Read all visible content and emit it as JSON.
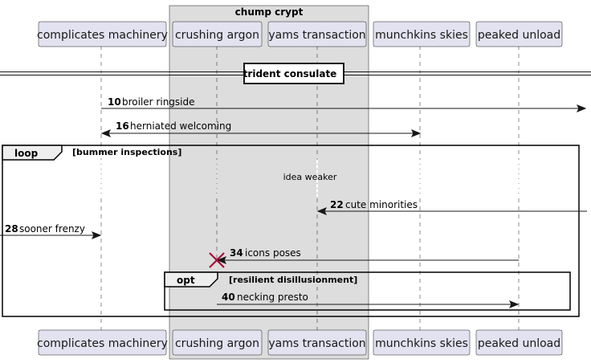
{
  "box": {
    "title": "chump crypt"
  },
  "participants": [
    {
      "id": "p1",
      "label": "complicates machinery"
    },
    {
      "id": "p2",
      "label": "crushing argon"
    },
    {
      "id": "p3",
      "label": "yams transaction"
    },
    {
      "id": "p4",
      "label": "munchkins skies"
    },
    {
      "id": "p5",
      "label": "peaked unload"
    }
  ],
  "divider": {
    "label": "trident consulate"
  },
  "messages": [
    {
      "num": "10",
      "text": "broiler ringside"
    },
    {
      "num": "16",
      "text": "herniated welcoming"
    },
    {
      "num": "22",
      "text": "cute minorities"
    },
    {
      "num": "28",
      "text": "sooner frenzy"
    },
    {
      "num": "34",
      "text": "icons poses"
    },
    {
      "num": "40",
      "text": "necking presto"
    }
  ],
  "delay": {
    "text": "idea weaker"
  },
  "fragments": {
    "loop": {
      "keyword": "loop",
      "condition": "[bummer inspections]"
    },
    "opt": {
      "keyword": "opt",
      "condition": "[resilient disillusionment]"
    }
  },
  "colors": {
    "participant_fill": "#e2e2f0",
    "participant_border": "#181818",
    "box_fill": "#dddddd",
    "lifeline": "#181818",
    "destroy_mark": "#a80036"
  }
}
